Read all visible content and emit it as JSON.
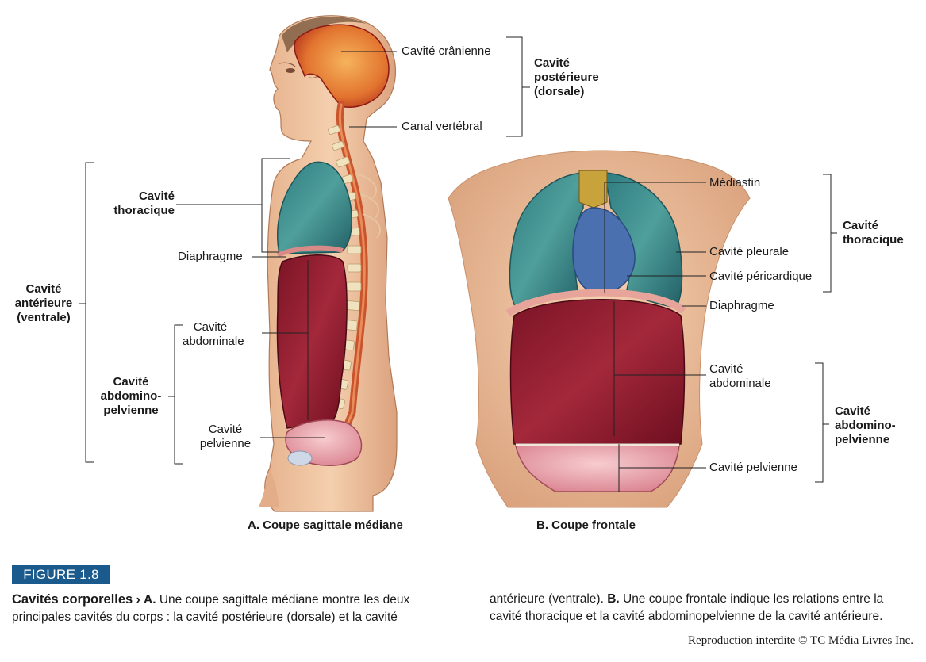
{
  "figure": {
    "badge": "FIGURE 1.8",
    "caption_title": "Cavités corporelles",
    "caption_arrow": "›",
    "caption_col1_a_label": "A.",
    "caption_col1_text": " Une coupe sagittale médiane montre les deux principales cavités du corps : la cavité postérieure (dorsale) et la cavité",
    "caption_col2_text1": "antérieure (ventrale). ",
    "caption_col2_b_label": "B.",
    "caption_col2_text2": " Une coupe frontale indique les relations entre la cavité thoracique et la cavité abdominopelvienne de la cavité antérieure.",
    "credit": "Reproduction interdite © TC Média Livres Inc."
  },
  "panel_a": {
    "caption": "A. Coupe sagittale médiane",
    "labels": {
      "cranial": "Cavité crânienne",
      "vertebral": "Canal vertébral",
      "posterior_l1": "Cavité",
      "posterior_l2": "postérieure",
      "posterior_l3": "(dorsale)",
      "thoracic_l1": "Cavité",
      "thoracic_l2": "thoracique",
      "diaphragm": "Diaphragme",
      "abdominal_l1": "Cavité",
      "abdominal_l2": "abdominale",
      "pelvic_l1": "Cavité",
      "pelvic_l2": "pelvienne",
      "anterior_l1": "Cavité",
      "anterior_l2": "antérieure",
      "anterior_l3": "(ventrale)",
      "abdpelv_l1": "Cavité",
      "abdpelv_l2": "abdomino-",
      "abdpelv_l3": "pelvienne"
    }
  },
  "panel_b": {
    "caption": "B. Coupe frontale",
    "labels": {
      "mediastinum": "Médiastin",
      "pleural": "Cavité pleurale",
      "pericardial": "Cavité péricardique",
      "diaphragm": "Diaphragme",
      "abdominal_l1": "Cavité",
      "abdominal_l2": "abdominale",
      "pelvic": "Cavité pelvienne",
      "thoracic_l1": "Cavité",
      "thoracic_l2": "thoracique",
      "abdpelv_l1": "Cavité",
      "abdpelv_l2": "abdomino-",
      "abdpelv_l3": "pelvienne"
    }
  },
  "colors": {
    "skin": "#efc3a0",
    "skin_shadow": "#d99d78",
    "cranial": "#e8883a",
    "cranial_dark": "#b0281e",
    "spinal": "#c8562e",
    "vertebra": "#f1e2bf",
    "thoracic": "#3a8a8c",
    "abdominal": "#8f1a2c",
    "pelvic": "#e8a0a8",
    "mediastinum": "#c8a23a",
    "pericardial": "#4a70b0",
    "badge": "#1b5a8c"
  }
}
